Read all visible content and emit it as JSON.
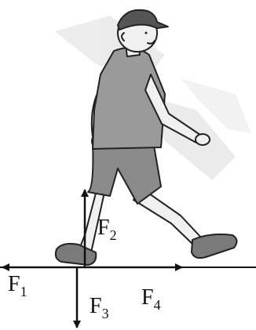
{
  "forces": [
    {
      "id": "F1",
      "letter": "F",
      "sub": "1"
    },
    {
      "id": "F2",
      "letter": "F",
      "sub": "2"
    },
    {
      "id": "F3",
      "letter": "F",
      "sub": "3"
    },
    {
      "id": "F4",
      "letter": "F",
      "sub": "4"
    }
  ],
  "colors": {
    "watermark": "#d9d9d9",
    "line": "#111111",
    "skin": "#f0f0f0",
    "shirt": "#9a9a9a",
    "shorts": "#8a8a8a",
    "shoe": "#7a7a7a",
    "cap": "#555555"
  }
}
